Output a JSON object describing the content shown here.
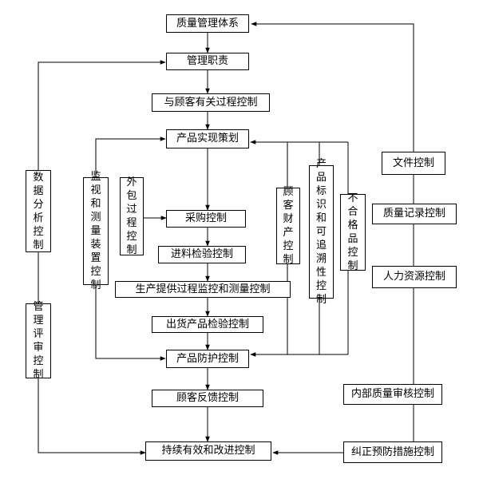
{
  "nodes": {
    "qms": "质量管理体系",
    "mgmt": "管理职责",
    "customer_proc": "与顾客有关过程控制",
    "planning": "产品实现策划",
    "purchase": "采购控制",
    "incoming": "进料检验控制",
    "production": "生产提供过程监控和测量控制",
    "outgoing": "出货产品检验控制",
    "protect": "产品防护控制",
    "feedback": "顾客反馈控制",
    "improve": "持续有效和改进控制",
    "doc": "文件控制",
    "record": "质量记录控制",
    "hr": "人力资源控制",
    "audit": "内部质量审核控制",
    "corrective": "纠正预防措施控制",
    "data_analysis": "数据分析控制",
    "review": "管理评审控制",
    "monitor": "监视和测量装置控制",
    "outsource": "外包过程控制",
    "cust_property": "顾客财产控制",
    "traceability": "产品标识和可追溯性控制",
    "nonconform": "不合格品控制"
  }
}
